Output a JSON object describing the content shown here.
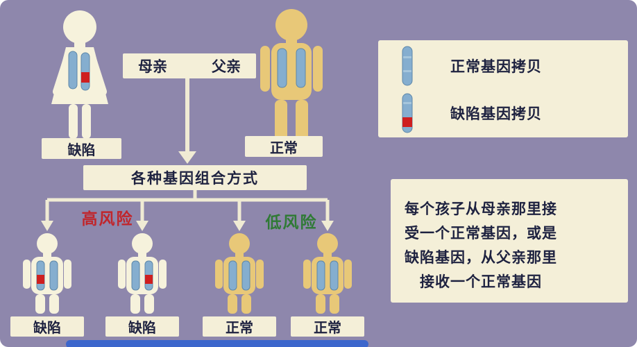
{
  "parents": {
    "mother_label": "母亲",
    "father_label": "父亲",
    "mother_status": "缺陷",
    "father_status": "正常"
  },
  "combination_box_label": "各种基因组合方式",
  "risk_labels": {
    "high": "高风险",
    "low": "低风险"
  },
  "children": [
    {
      "label": "缺陷"
    },
    {
      "label": "缺陷"
    },
    {
      "label": "正常"
    },
    {
      "label": "正常"
    }
  ],
  "legend": {
    "normal_label": "正常基因拷贝",
    "defective_label": "缺陷基因拷贝"
  },
  "description_lines": {
    "l1": "每个孩子从母亲那里接",
    "l2": "受一个正常基因，或是",
    "l3": "缺陷基因，从父亲那里",
    "l4": "接收一个正常基因"
  },
  "icons": {
    "normal_chromosome": "normal-chromosome-icon",
    "defective_chromosome": "defective-chromosome-icon",
    "down_arrow": "down-arrow-icon"
  },
  "colors": {
    "background": "#8E87AC",
    "panel_cream": "#F4EFD8",
    "figure_cream": "#F6F2DC",
    "figure_yellow": "#E8C878",
    "chromosome_blue": "#85AECF",
    "defect_red": "#CE1F1F",
    "high_risk_red": "#C0262C",
    "low_risk_green": "#2F7A35",
    "text_dark": "#1E2240",
    "bottom_bar_blue": "#3C66CC"
  }
}
